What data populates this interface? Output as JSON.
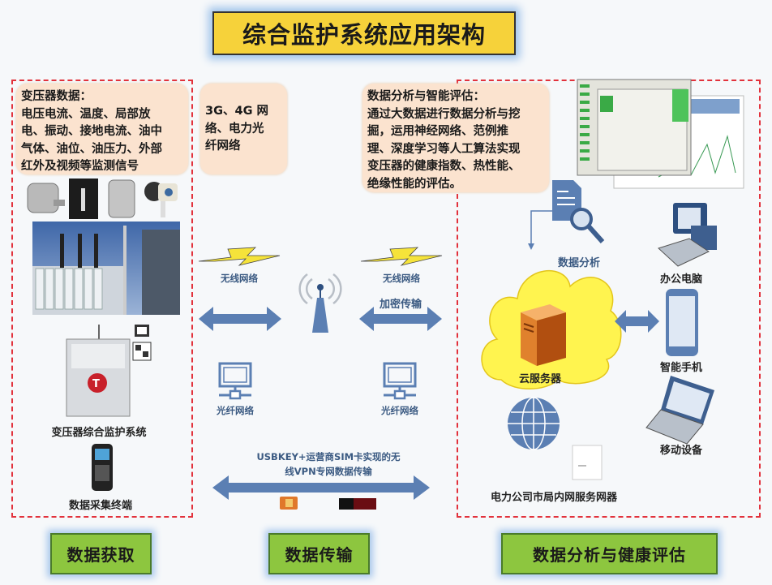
{
  "title": "综合监护系统应用架构",
  "acquisition": {
    "box_lines": [
      "变压器数据：",
      "电压电流、温度、局部放",
      "电、振动、接地电流、油中",
      "气体、油位、油压力、外部",
      "红外及视频等监测信号"
    ],
    "system_label": "变压器综合监护系统",
    "terminal_label": "数据采集终端"
  },
  "transmission": {
    "box_lines": [
      "3G、4G 网",
      "络、电力光",
      "纤网络"
    ],
    "wireless_left": "无线网络",
    "wireless_right": "无线网络",
    "encrypted": "加密传输",
    "fiber_left": "光纤网络",
    "fiber_right": "光纤网络",
    "vpn_lines": [
      "USBKEY+运营商SIM卡实现的无",
      "线VPN专网数据传输"
    ]
  },
  "analysis": {
    "box_lines": [
      "数据分析与智能评估：",
      "通过大数据进行数据分析与挖",
      "掘，运用神经网络、范例推",
      "理、深度学习等人工算法实现",
      "变压器的健康指数、热性能、",
      "绝缘性能的评估。"
    ],
    "data_analysis": "数据分析",
    "cloud_server": "云服务器",
    "office_pc": "办公电脑",
    "smartphone": "智能手机",
    "mobile_device": "移动设备",
    "intranet_server": "电力公司市局内网服务网器"
  },
  "footer": {
    "left": "数据获取",
    "middle": "数据传输",
    "right": "数据分析与健康评估"
  },
  "colors": {
    "title_bg": "#f6d23a",
    "green": "#8dc63f",
    "peach": "#fbe3cf",
    "dash_red": "#e2323c",
    "arrow_blue": "#5b7fb3",
    "cloud": "#fff44f"
  }
}
